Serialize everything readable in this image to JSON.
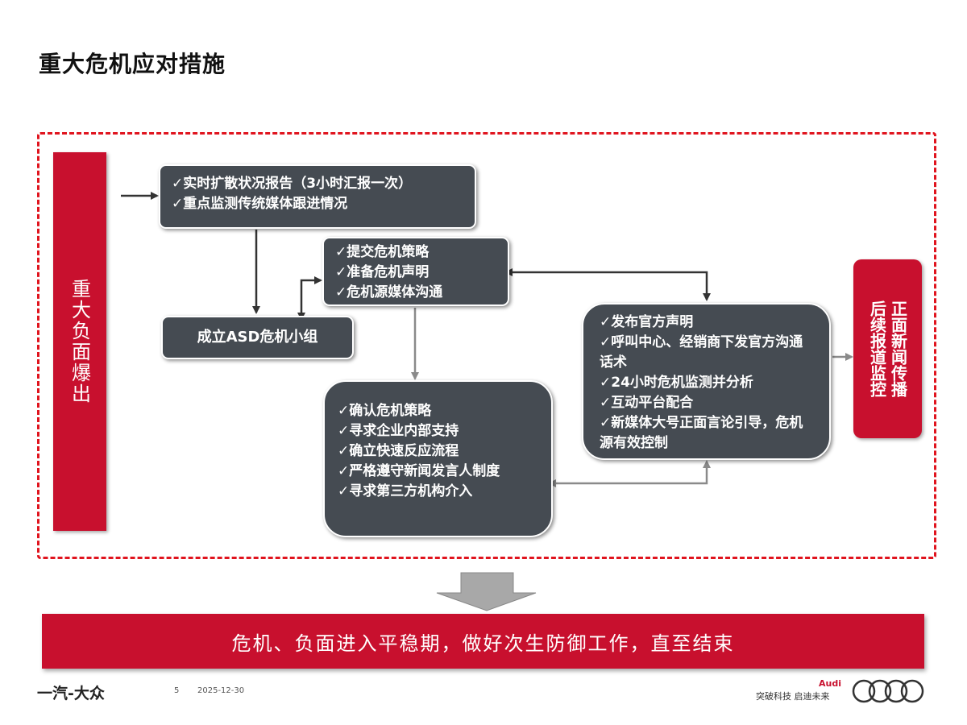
{
  "title": "重大危机应对措施",
  "left_bar": "重大负面爆出",
  "boxes": {
    "report": [
      "✓实时扩散状况报告（3小时汇报一次）",
      "✓重点监测传统媒体跟进情况"
    ],
    "strategy": [
      "✓提交危机策略",
      "✓准备危机声明",
      "✓危机源媒体沟通"
    ],
    "asd": "成立ASD危机小组",
    "confirm": [
      "✓确认危机策略",
      "✓寻求企业内部支持",
      "✓确立快速反应流程",
      "✓严格遵守新闻发言人制度",
      "✓寻求第三方机构介入"
    ],
    "publish": [
      "✓发布官方声明",
      "✓呼叫中心、经销商下发官方沟通话术",
      "✓24小时危机监测并分析",
      "✓互动平台配合",
      "✓新媒体大号正面言论引导，危机源有效控制"
    ]
  },
  "right_bar": "正面新闻传播后续报道监控",
  "bottom_banner": "危机、负面进入平稳期，做好次生防御工作，直至结束",
  "footer": {
    "company_logo": "一汽-大众",
    "page_number": "5",
    "date": "2025-12-30",
    "brand_name": "Audi",
    "brand_slogan": "突破科技 启迪未来"
  },
  "colors": {
    "brand_red": "#c8102e",
    "box_gray": "#454b52",
    "frame_dash": "#e0141e",
    "arrow_dark": "#333333",
    "arrow_gray": "#888888"
  }
}
